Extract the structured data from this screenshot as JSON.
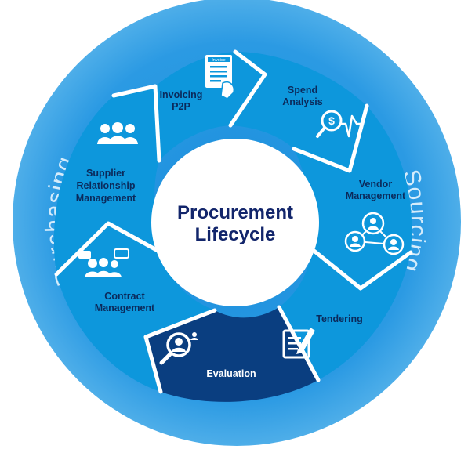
{
  "diagram": {
    "center": {
      "line1": "Procurement",
      "line2": "Lifecycle"
    },
    "ring_words": {
      "left": "Purchasing",
      "right": "Sourcing"
    },
    "segments": [
      {
        "id": "invoicing",
        "lines": [
          "Invoicing",
          "P2P"
        ],
        "icon": "invoice-hand-icon",
        "icon_text": "Invoice",
        "highlighted": false
      },
      {
        "id": "spend",
        "lines": [
          "Spend",
          "Analysis"
        ],
        "icon": "dollar-magnifier-chart-icon",
        "highlighted": false
      },
      {
        "id": "vendor",
        "lines": [
          "Vendor",
          "Management"
        ],
        "icon": "network-people-icon",
        "highlighted": false
      },
      {
        "id": "tendering",
        "lines": [
          "Tendering"
        ],
        "icon": "document-pen-icon",
        "highlighted": false
      },
      {
        "id": "evaluation",
        "lines": [
          "Evaluation"
        ],
        "icon": "magnifier-person-icon",
        "highlighted": true
      },
      {
        "id": "contract",
        "lines": [
          "Contract",
          "Management"
        ],
        "icon": "people-speech-icon",
        "highlighted": false
      },
      {
        "id": "supplier",
        "lines": [
          "Supplier",
          "Relationship",
          "Management"
        ],
        "icon": "people-group-icon",
        "highlighted": false
      }
    ],
    "colors": {
      "outer_ring": "#3aa0e4",
      "segment": "#0d97dc",
      "highlight": "#0a3e80",
      "separator": "#ffffff",
      "center": "#ffffff",
      "label": "#0b2a5b",
      "center_text": "#12256b",
      "ring_text": "#d5ecfb"
    }
  }
}
